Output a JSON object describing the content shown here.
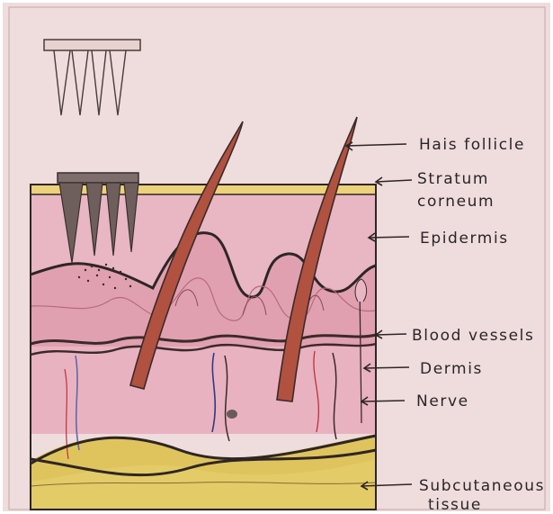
{
  "diagram": {
    "labels": {
      "hair_follicle": "Hais follicle",
      "stratum_1": "Stratum",
      "stratum_2": "corneum",
      "epidermis": "Epidermis",
      "blood_vessels": "Blood vessels",
      "dermis": "Dermis",
      "nerve": "Nerve",
      "subcutaneous_1": "Subcutaneous",
      "subcutaneous_2": "tissue"
    },
    "colors": {
      "paper": "#efdcdc",
      "skin_pink": "#e6a6b4",
      "dermis_pink": "#e5b1bf",
      "stratum_yellow": "#ecd27a",
      "fat_yellow": "#dcc25a",
      "hair_brown": "#b0523f",
      "vessel_red": "#c0303c",
      "nerve_blue": "#5f69a8",
      "ink": "#2e2624"
    }
  }
}
